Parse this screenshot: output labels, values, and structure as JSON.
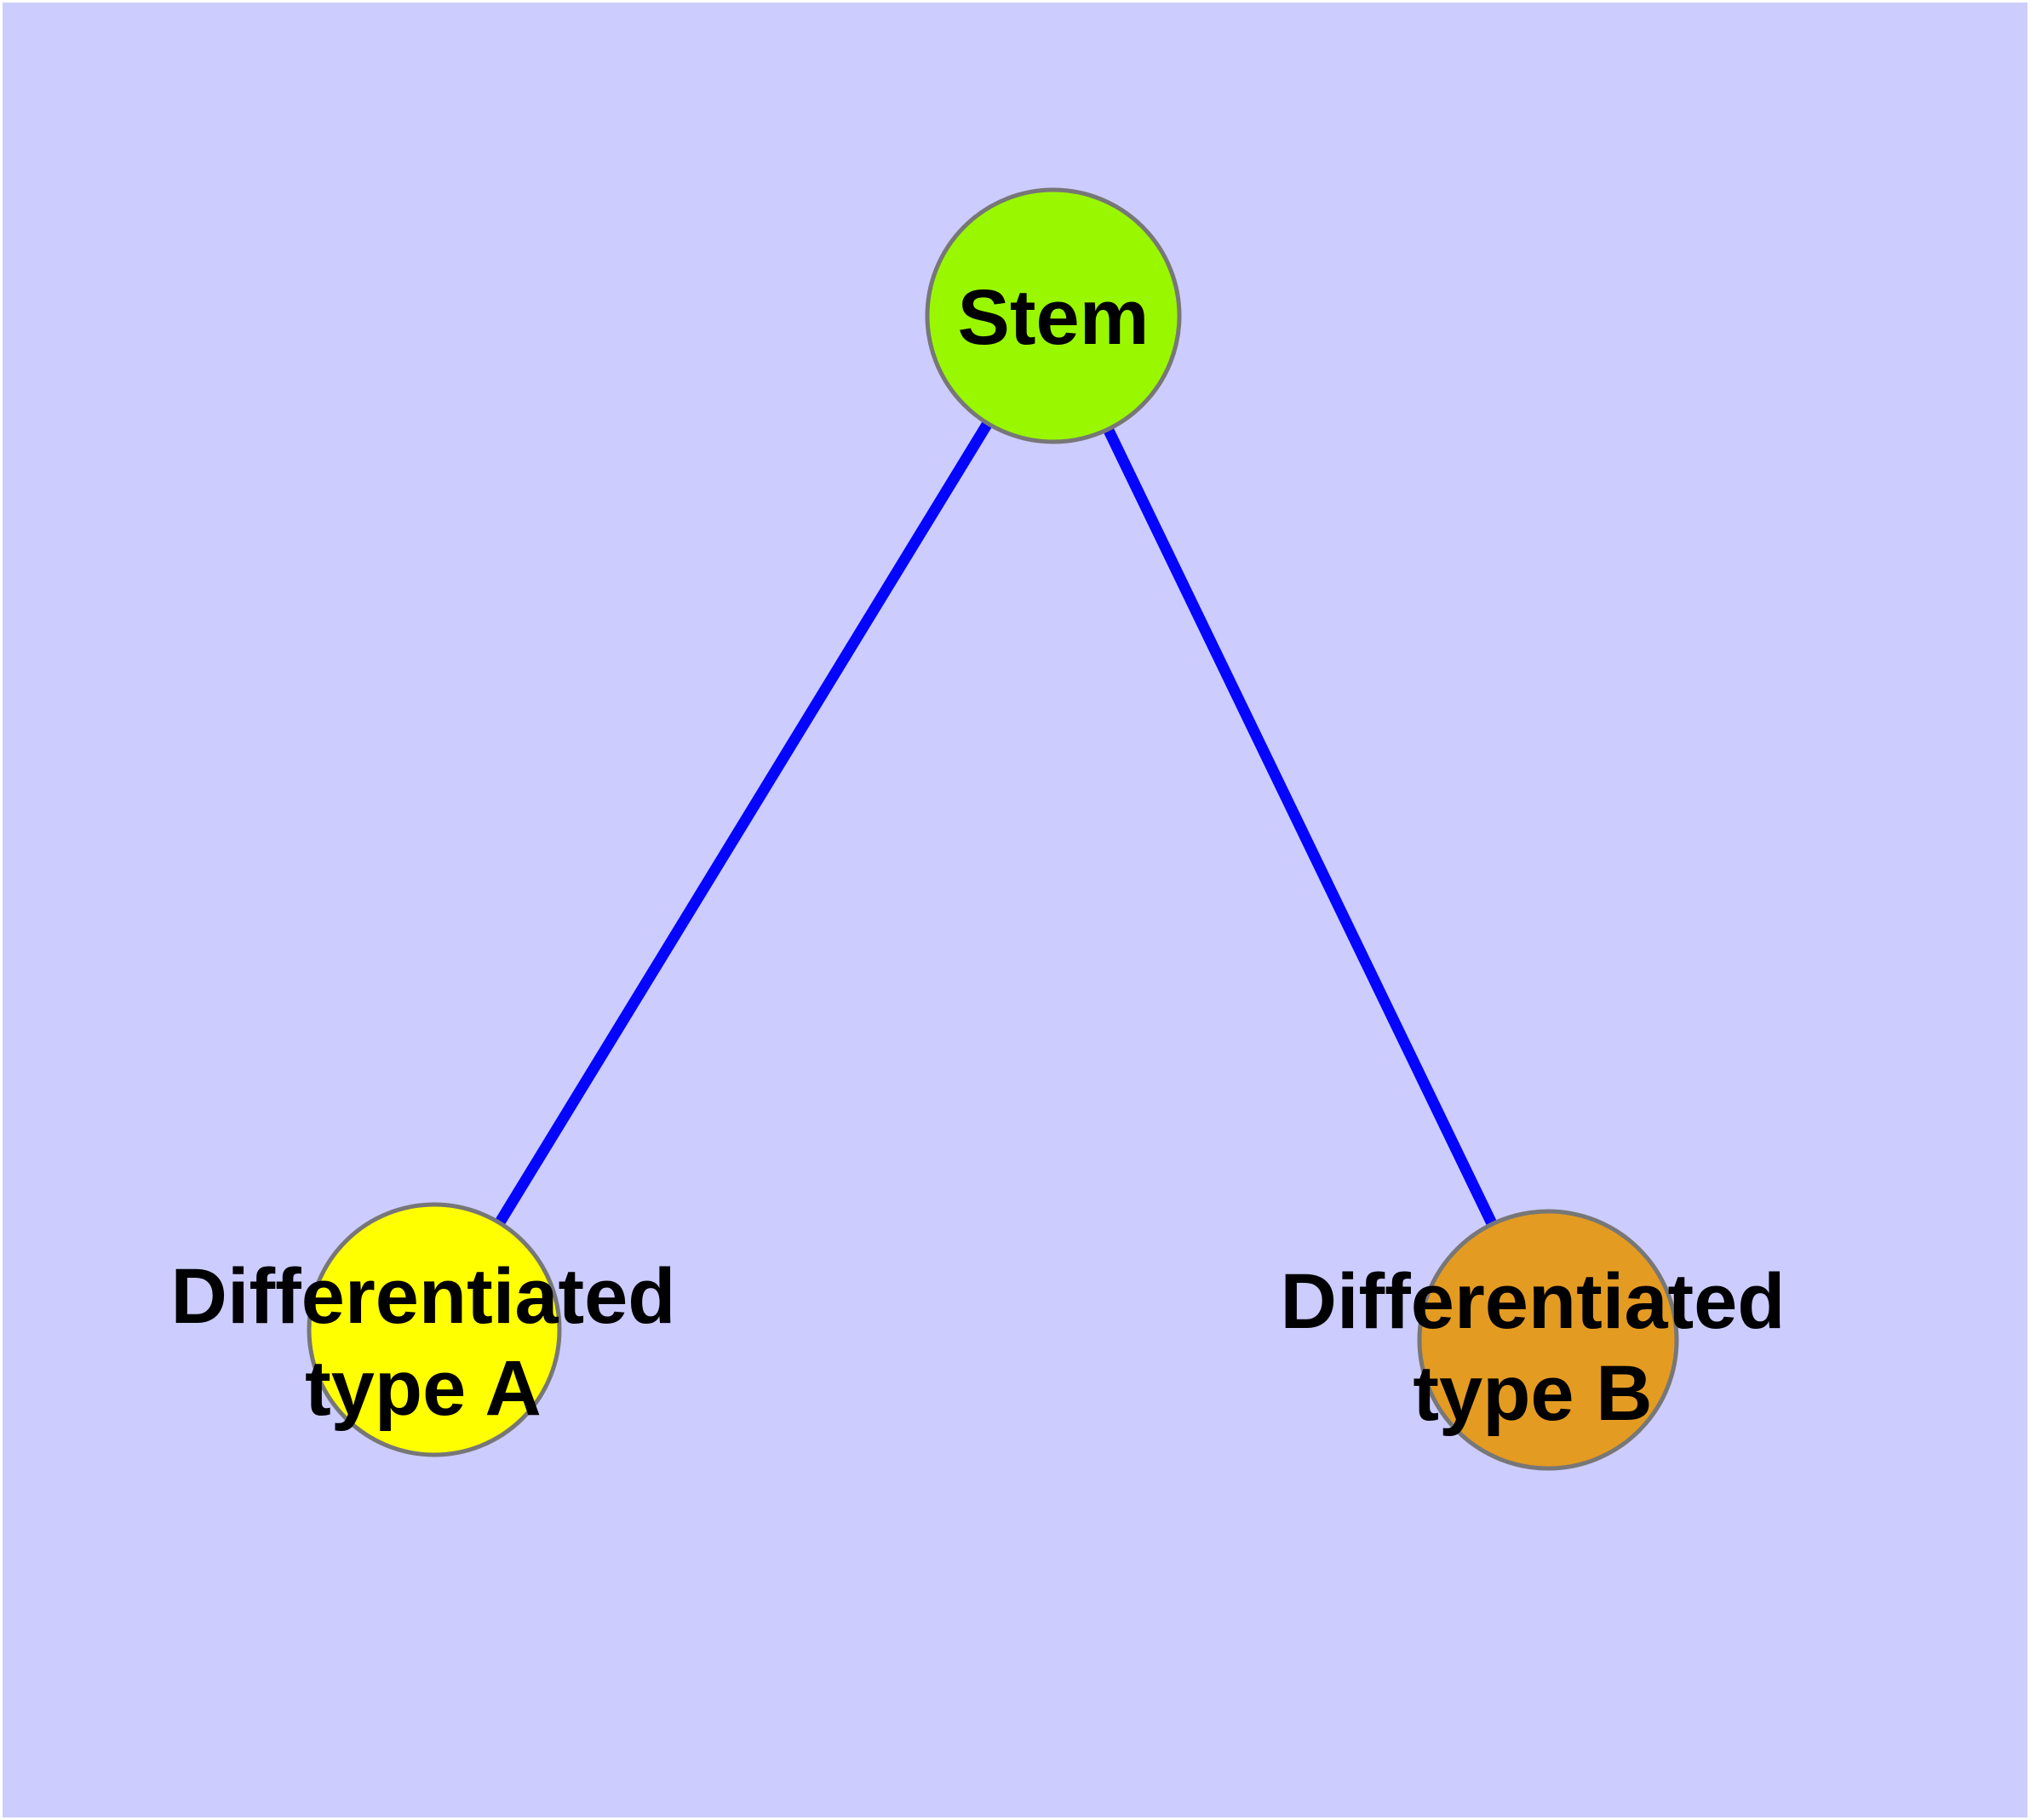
{
  "page": {
    "border_color": "#ffffff",
    "canvas_background": "#ccccff"
  },
  "diagram": {
    "type": "node-edge-graph",
    "edge_color": "#0404ff",
    "node_border_color": "#777777",
    "text_color": "#000000",
    "nodes": {
      "stem": {
        "label": "Stem",
        "fill": "#99f800"
      },
      "type_a": {
        "label_lines": [
          "Differentiated",
          "type A"
        ],
        "fill": "#ffff00"
      },
      "type_b": {
        "label_lines": [
          "Differentiated",
          "type B"
        ],
        "fill": "#e49b22"
      }
    },
    "edges": [
      {
        "from": "stem",
        "to": "type_a"
      },
      {
        "from": "stem",
        "to": "type_b"
      }
    ]
  }
}
